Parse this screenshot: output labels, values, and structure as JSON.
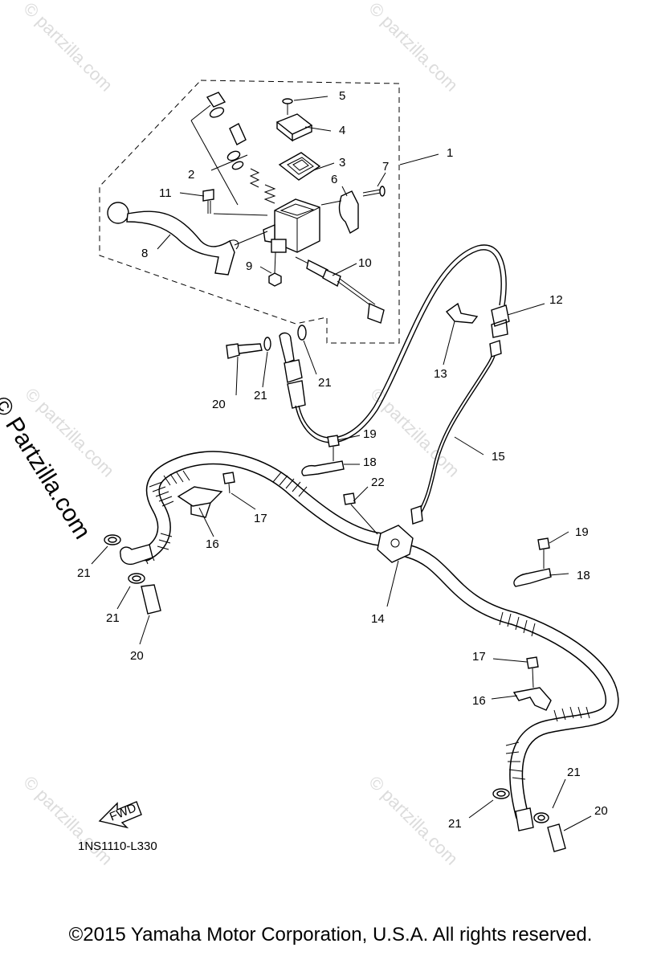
{
  "callouts": {
    "c1": "1",
    "c2": "2",
    "c3": "3",
    "c4": "4",
    "c5": "5",
    "c6": "6",
    "c7": "7",
    "c8": "8",
    "c9": "9",
    "c10": "10",
    "c11": "11",
    "c12": "12",
    "c13": "13",
    "c14": "14",
    "c15": "15",
    "c16a": "16",
    "c16b": "16",
    "c17a": "17",
    "c17b": "17",
    "c18a": "18",
    "c18b": "18",
    "c19a": "19",
    "c19b": "19",
    "c20a": "20",
    "c20b": "20",
    "c20c": "20",
    "c21a": "21",
    "c21b": "21",
    "c21c": "21",
    "c21d": "21",
    "c21e": "21",
    "c21f": "21",
    "c22": "22"
  },
  "diagram_code": "1NS1110-L330",
  "fwd_label": "FWD",
  "side_watermark": "© Partzilla.com",
  "watermark": "© partzilla.com",
  "copyright": "©2015  Yamaha Motor Corporation, U.S.A. All rights reserved."
}
